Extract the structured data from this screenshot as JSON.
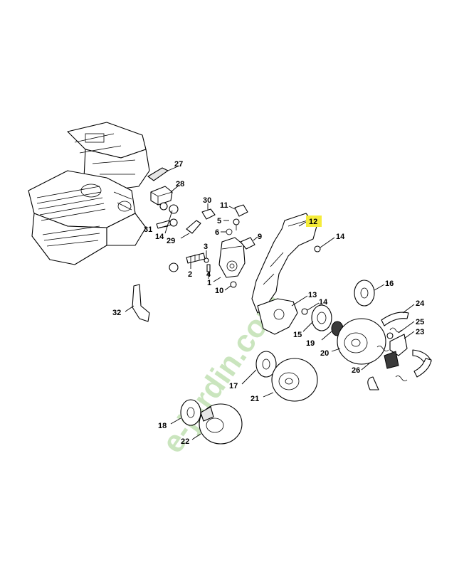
{
  "watermark": "e-jardin.com",
  "highlight_color": "#f5ec3a",
  "callouts": [
    {
      "id": "c1",
      "label": "1"
    },
    {
      "id": "c2",
      "label": "2"
    },
    {
      "id": "c3",
      "label": "3"
    },
    {
      "id": "c4",
      "label": "4"
    },
    {
      "id": "c5",
      "label": "5"
    },
    {
      "id": "c6",
      "label": "6"
    },
    {
      "id": "c9",
      "label": "9"
    },
    {
      "id": "c10",
      "label": "10"
    },
    {
      "id": "c11",
      "label": "11"
    },
    {
      "id": "c12",
      "label": "12",
      "highlighted": true
    },
    {
      "id": "c13",
      "label": "13"
    },
    {
      "id": "c14a",
      "label": "14"
    },
    {
      "id": "c14b",
      "label": "14"
    },
    {
      "id": "c14c",
      "label": "14"
    },
    {
      "id": "c15",
      "label": "15"
    },
    {
      "id": "c16",
      "label": "16"
    },
    {
      "id": "c17",
      "label": "17"
    },
    {
      "id": "c18",
      "label": "18"
    },
    {
      "id": "c19",
      "label": "19"
    },
    {
      "id": "c20",
      "label": "20"
    },
    {
      "id": "c21",
      "label": "21"
    },
    {
      "id": "c22",
      "label": "22"
    },
    {
      "id": "c23",
      "label": "23"
    },
    {
      "id": "c24",
      "label": "24"
    },
    {
      "id": "c25",
      "label": "25"
    },
    {
      "id": "c26",
      "label": "26"
    },
    {
      "id": "c27",
      "label": "27"
    },
    {
      "id": "c28",
      "label": "28"
    },
    {
      "id": "c29",
      "label": "29"
    },
    {
      "id": "c30",
      "label": "30"
    },
    {
      "id": "c31",
      "label": "31"
    },
    {
      "id": "c32",
      "label": "32"
    }
  ]
}
